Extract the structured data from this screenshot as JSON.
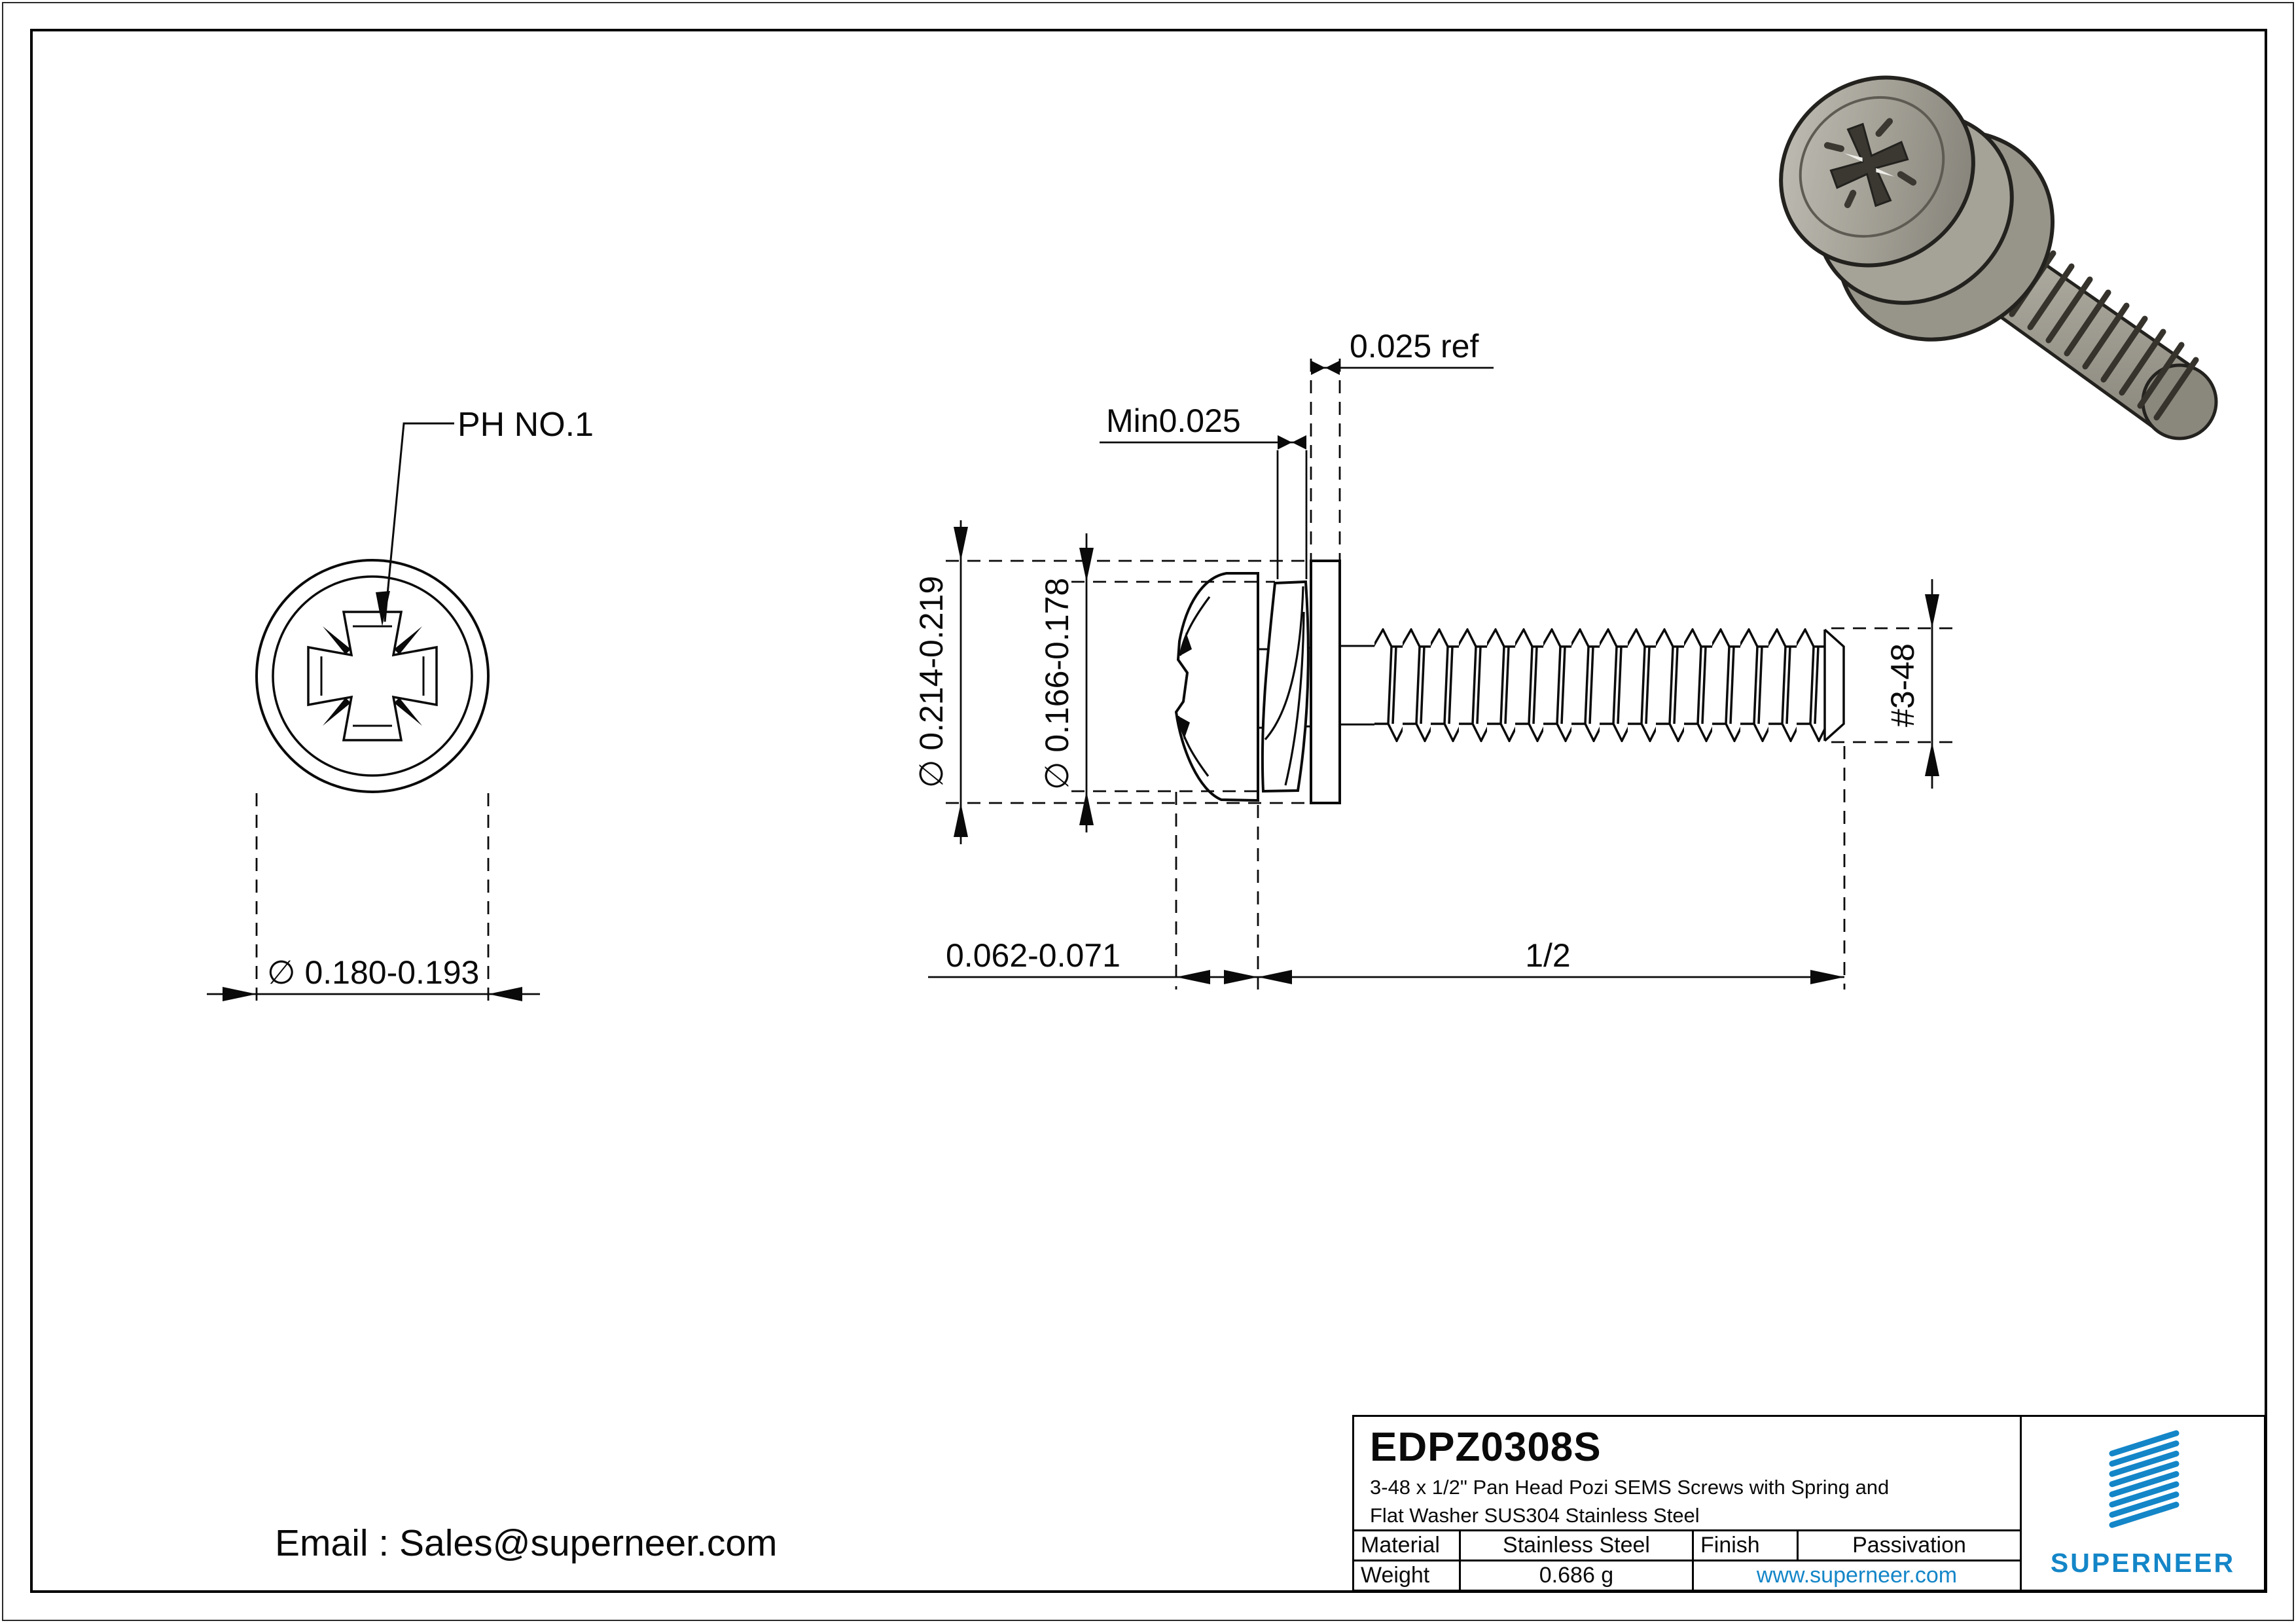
{
  "sheet": {
    "accent_color": "#1486c8",
    "line_color": "#0a0a0a"
  },
  "front_view": {
    "drive_label": "PH NO.1",
    "head_diameter_dim": "∅ 0.180-0.193"
  },
  "side_view": {
    "flat_washer_thickness_dim": "0.025 ref",
    "spring_washer_min_dim": "Min0.025",
    "flat_washer_od_dim": "∅ 0.214-0.219",
    "spring_washer_od_dim": "∅ 0.166-0.178",
    "head_height_dim": "0.062-0.071",
    "thread_length_dim": "1/2",
    "thread_spec_dim": "#3-48"
  },
  "footer": {
    "email": "Email : Sales@superneer.com"
  },
  "title_block": {
    "part_number": "EDPZ0308S",
    "description_line1": "3-48 x 1/2\" Pan Head Pozi SEMS Screws with Spring and",
    "description_line2": "Flat Washer SUS304 Stainless Steel",
    "material_label": "Material",
    "material_value": "Stainless Steel",
    "finish_label": "Finish",
    "finish_value": "Passivation",
    "weight_label": "Weight",
    "weight_value": "0.686 g",
    "website": "www.superneer.com",
    "brand": "SUPERNEER"
  }
}
